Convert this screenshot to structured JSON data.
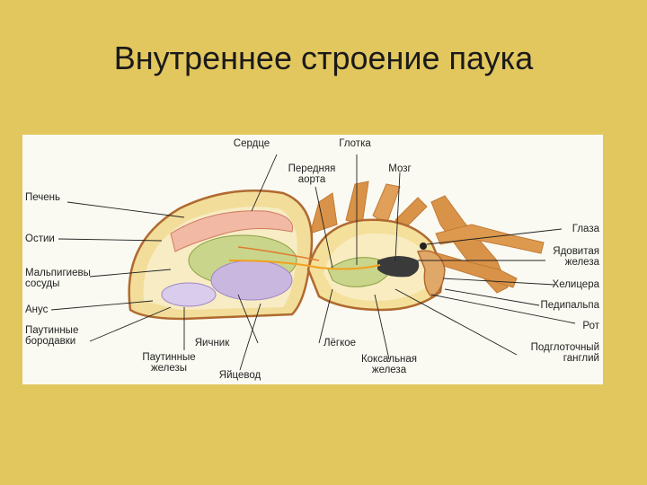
{
  "slide": {
    "title": "Внутреннее строение паука"
  },
  "labels": {
    "heart": "Сердце",
    "pharynx": "Глотка",
    "aorta": "Передняя\nаорта",
    "brain": "Мозг",
    "liver": "Печень",
    "ostia": "Остии",
    "malpighian": "Мальпигиевы\nсосуды",
    "anus": "Анус",
    "spinnerets": "Паутинные\nбородавки",
    "silk_glands": "Паутинные\nжелезы",
    "ovary": "Яичник",
    "oviduct": "Яйцевод",
    "lung": "Лёгкое",
    "coxal_gland": "Коксальная\nжелеза",
    "eyes": "Глаза",
    "venom_gland": "Ядовитая\nжелеза",
    "chelicera": "Хелицера",
    "pedipalp": "Педипальпа",
    "mouth": "Рот",
    "subesophageal": "Подглоточный\nганглий"
  },
  "colors": {
    "background": "#e2c75e",
    "panel": "#fafaf2",
    "body_outline": "#c98a45",
    "abdomen_fill": "#f4e6a6",
    "legs": "#d99348",
    "gut": "#c9d58a",
    "ovary": "#c9b7e0",
    "heart": "#f2b9a4"
  }
}
